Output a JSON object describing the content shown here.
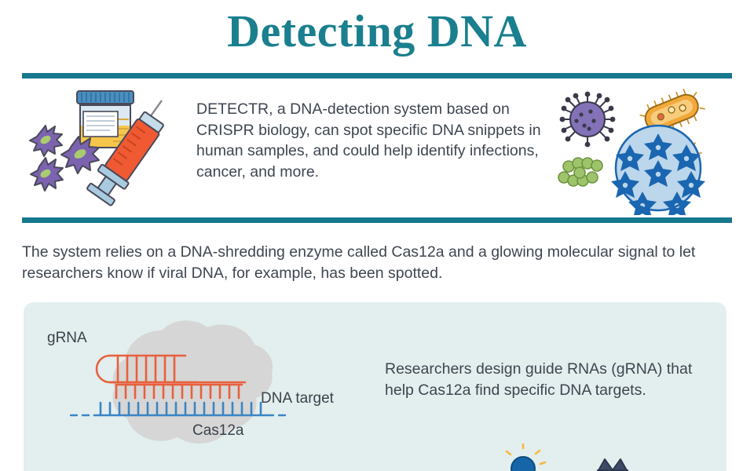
{
  "header": {
    "title": "Detecting DNA",
    "title_color": "#1a7f8e",
    "rule_color": "#16788c"
  },
  "intro": {
    "text": "DETECTR, a DNA-detection system based on CRISPR biology, can spot specific DNA snippets in human samples, and could help identify infections, cancer, and more.",
    "left_art": {
      "name": "sample-collection-illustration",
      "items": [
        "specimen-cup",
        "syringe",
        "tumor-cells"
      ],
      "colors": {
        "cup_lid": "#3c7fb5",
        "cup_liquid": "#f5c64b",
        "syringe_barrel": "#ef5a33",
        "syringe_plunger": "#a9cbe0",
        "cell_body": "#7c63b0",
        "cell_nucleus": "#a8cc6e"
      }
    },
    "right_art": {
      "name": "pathogens-illustration",
      "items": [
        "spiked-virus",
        "bacteria-rod",
        "bacteria-rod",
        "streptococcus-chain",
        "capsid-virus"
      ],
      "colors": {
        "virus": "#7c63b0",
        "bacteria": "#f2a93b",
        "strep": "#8cbf5a",
        "capsid": "#1a66b0",
        "capsid_light": "#bcd6ec"
      }
    }
  },
  "middle": {
    "text": "The system relies on a DNA-shredding enzyme called Cas12a and a glowing molecular signal to let researchers know if viral DNA, for example, has been spotted."
  },
  "panel": {
    "background": "#e3eeee",
    "text": "Researchers design guide RNAs (gRNA) that help Cas12a find specific DNA targets.",
    "diagram": {
      "labels": {
        "grna": "gRNA",
        "dna_target": "DNA target",
        "cas12a": "Cas12a"
      },
      "colors": {
        "enzyme_blob": "#d4d4d4",
        "grna_strand": "#e8603c",
        "dna_strand": "#3a85c4"
      },
      "grna_hairpin_teeth": 7,
      "grna_duplex_teeth": 21,
      "dna_duplex_teeth": 23
    },
    "bottom_art": {
      "items": [
        "glowing-reporter-dot",
        "cleaved-reporter-shape"
      ],
      "colors": {
        "dot": "#1565a8",
        "sparkle": "#f5b942",
        "shape": "#3d4b66"
      }
    }
  }
}
